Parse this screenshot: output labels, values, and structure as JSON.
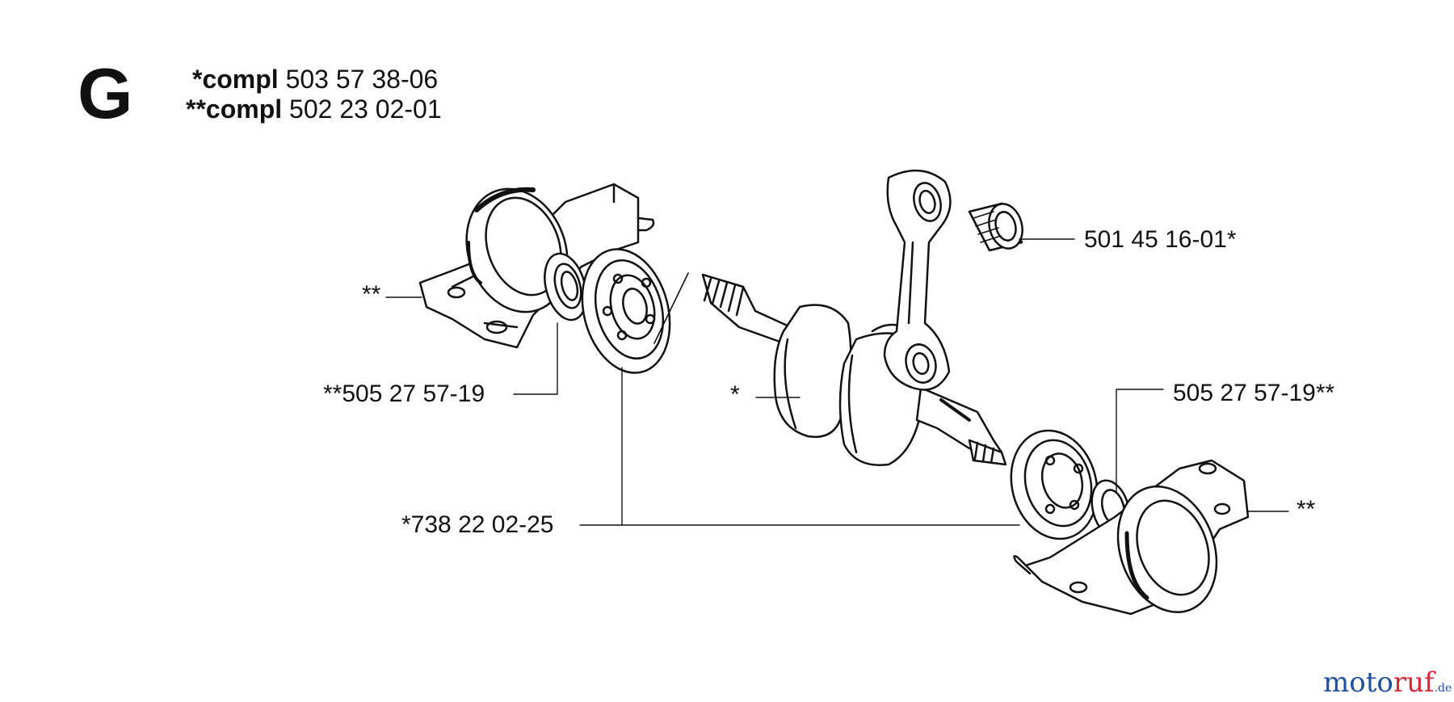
{
  "header": {
    "section_letter": "G",
    "compl_lines": [
      {
        "prefix": "*compl",
        "part": "503 57 38-06"
      },
      {
        "prefix": "**compl",
        "part": "502 23 02-01"
      }
    ]
  },
  "labels": {
    "bearing_needle": "501 45 16-01*",
    "left_housing": "**",
    "left_seal": "**505 27 57-19",
    "crankshaft": "*",
    "right_seal": "505 27 57-19**",
    "ball_bearing": "*738 22 02-25",
    "right_housing": "**"
  },
  "watermark": {
    "part1": "moto",
    "part2": "ruf",
    "tld": ".de"
  }
}
